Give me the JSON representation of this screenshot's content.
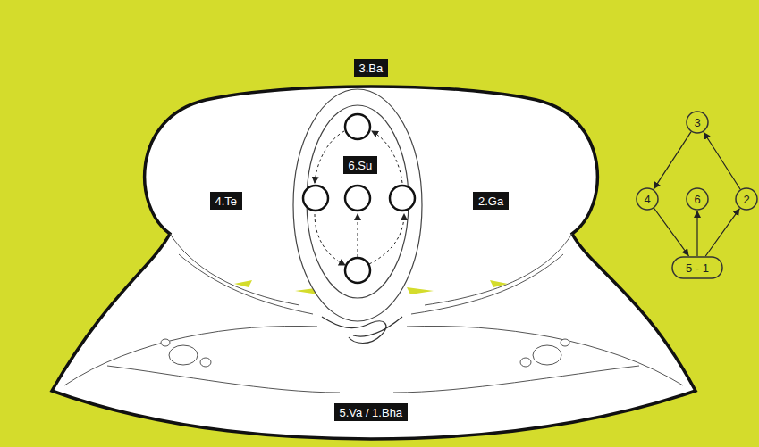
{
  "diagram": {
    "nodes": [
      {
        "text": [
          "3.Ba"
        ]
      },
      {
        "text": [
          "3"
        ]
      },
      {
        "text": [
          "6.Su"
        ]
      },
      {
        "text": [
          "4.Te"
        ]
      },
      {
        "text": [
          "2.Ga"
        ]
      },
      {
        "text": [
          "4"
        ]
      },
      {
        "text": [
          "6"
        ]
      },
      {
        "text": [
          "2"
        ]
      },
      {
        "text": [
          "5 - 1"
        ]
      },
      {
        "text": [
          "5.Va / 1.Bha"
        ]
      }
    ],
    "edges": [
      {
        "from": 8,
        "to": 7,
        "arrow": "to"
      },
      {
        "from": 7,
        "to": 1,
        "arrow": "to"
      },
      {
        "from": 1,
        "to": 5,
        "arrow": "to"
      },
      {
        "from": 5,
        "to": 8,
        "arrow": "to"
      },
      {
        "from": 8,
        "to": 6,
        "arrow": "to"
      }
    ]
  }
}
